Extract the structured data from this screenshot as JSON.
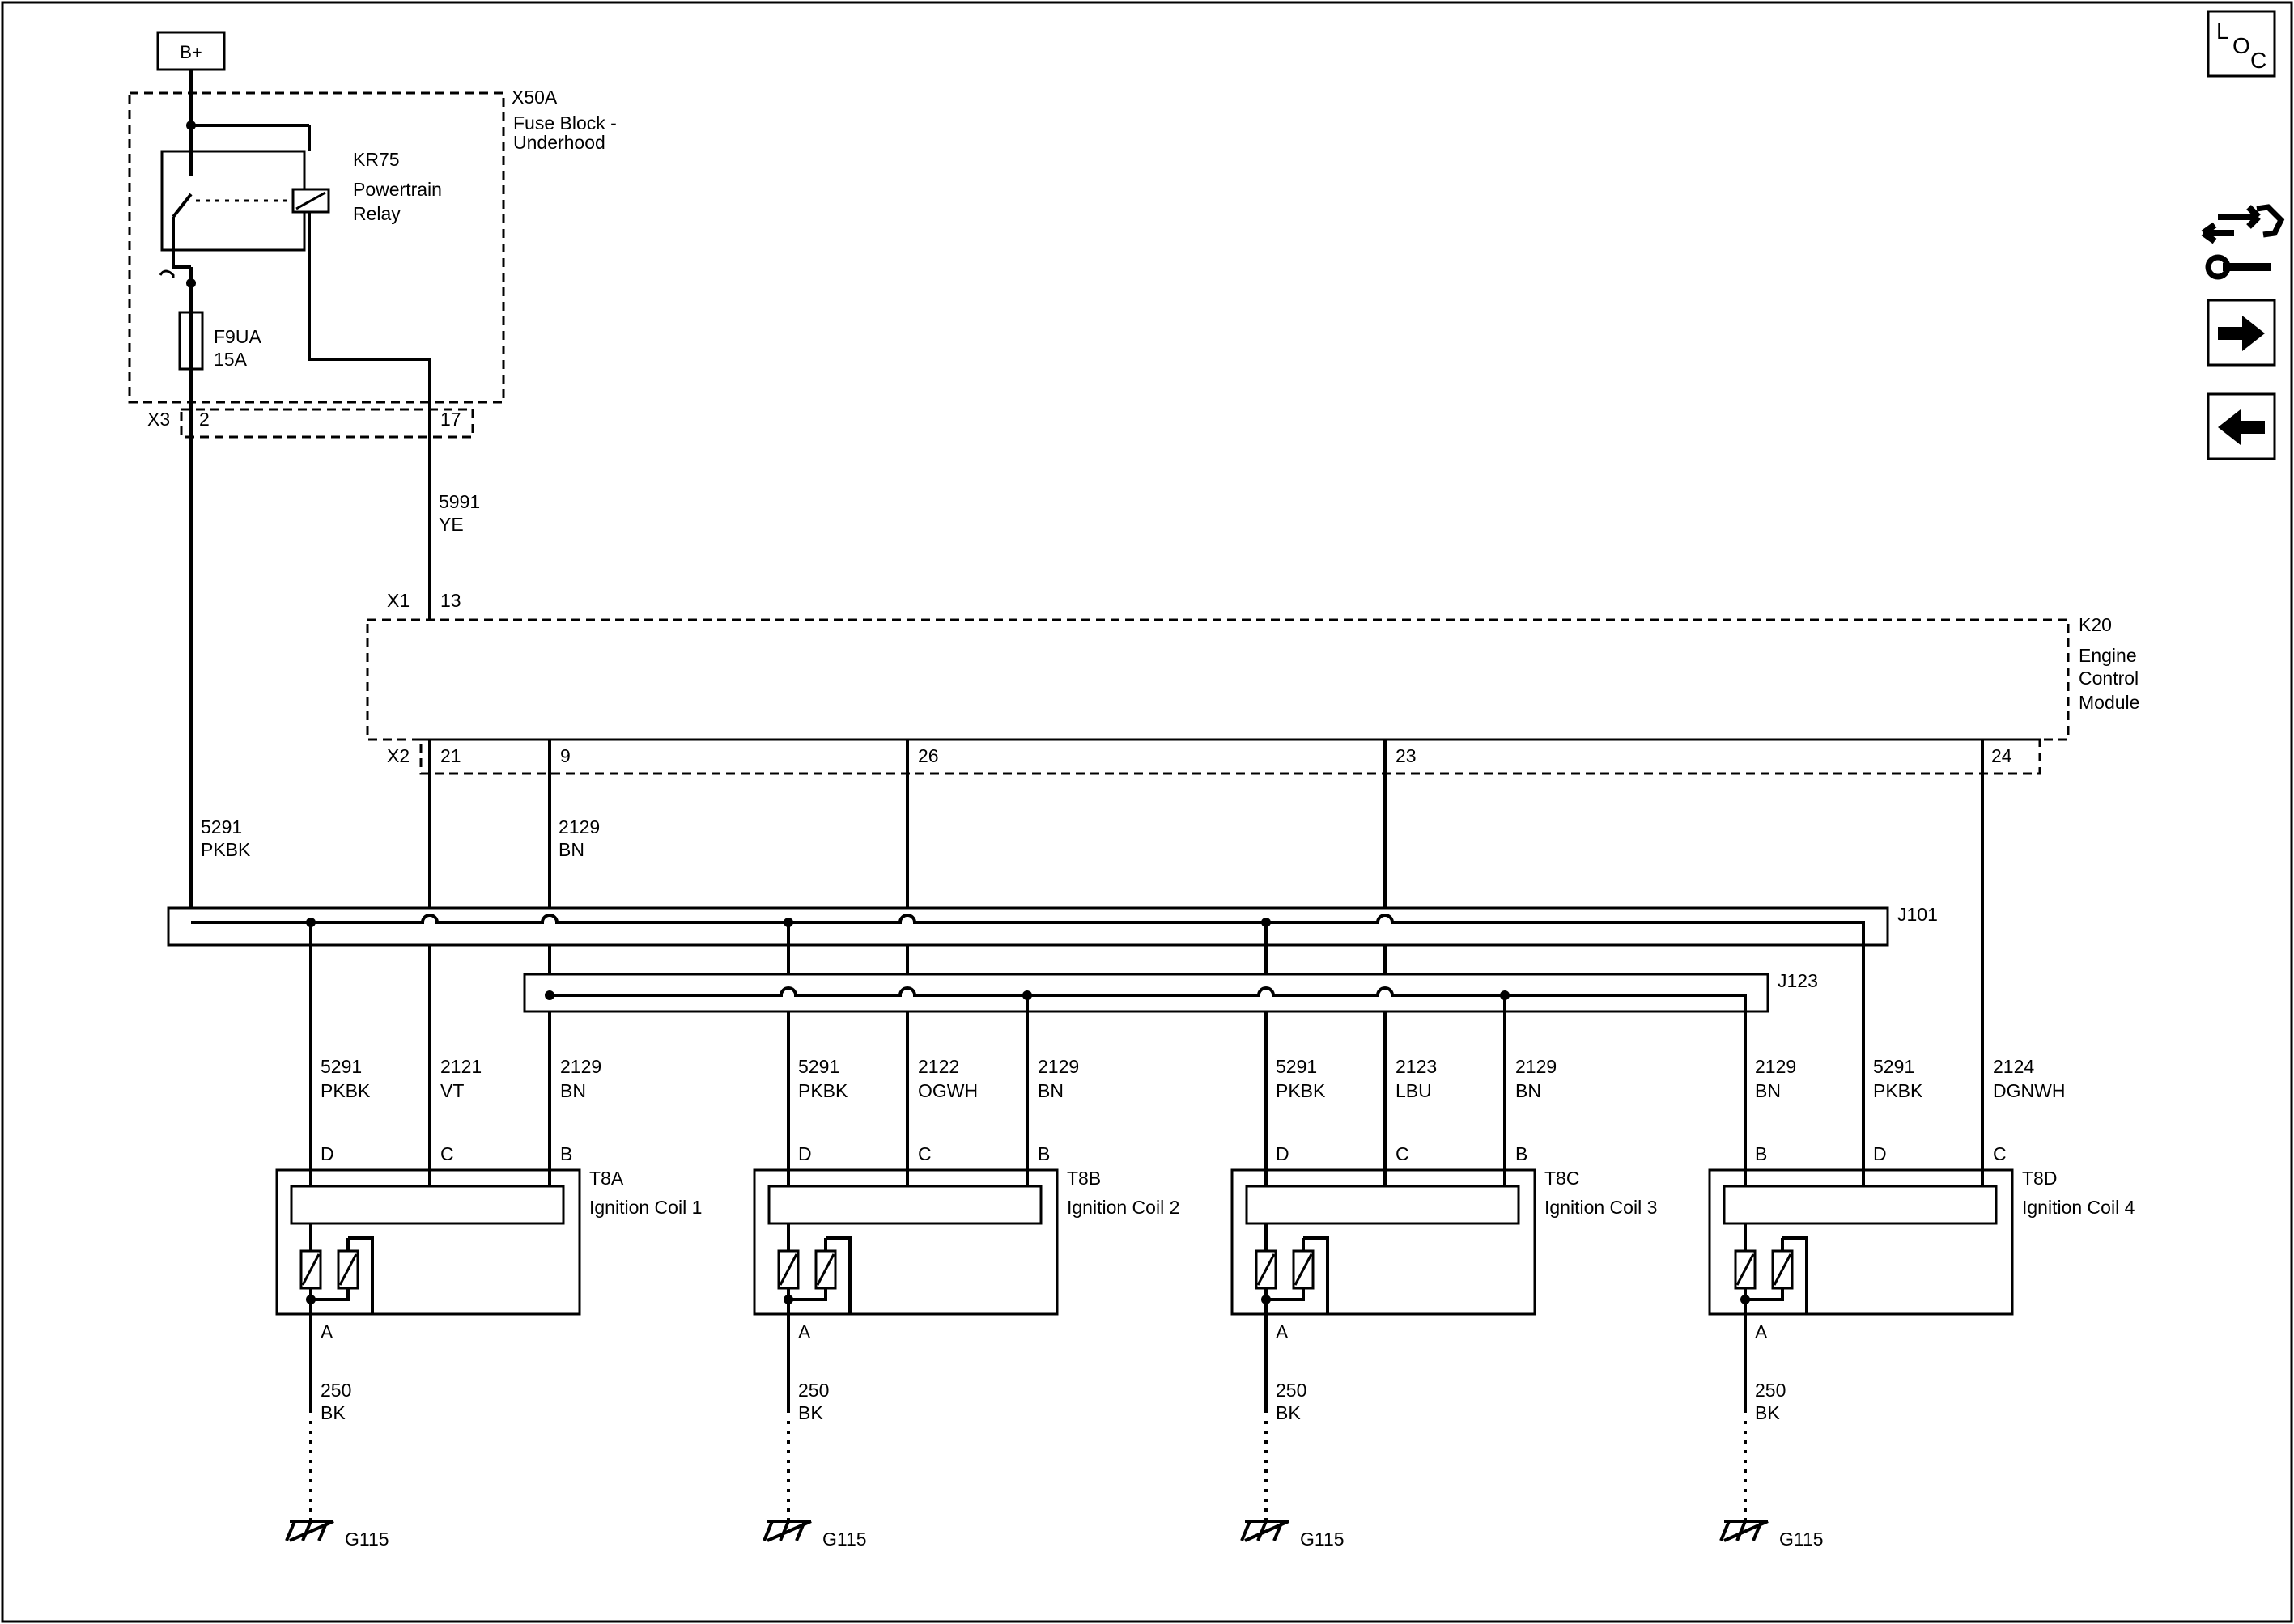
{
  "nav": {
    "loc": {
      "l": "L",
      "o": "O",
      "c": "C"
    },
    "icons": [
      "service-icon",
      "arrow-right-icon",
      "arrow-left-icon"
    ]
  },
  "power": {
    "label": "B+"
  },
  "fuse_block": {
    "ref": "X50A",
    "name_line1": "Fuse Block -",
    "name_line2": "Underhood",
    "connector": "X3",
    "pin_fuse": "2",
    "pin_relay": "17"
  },
  "relay": {
    "ref": "KR75",
    "name_line1": "Powertrain",
    "name_line2": "Relay"
  },
  "fuse": {
    "ref": "F9UA",
    "rating": "15A"
  },
  "relay_wire": {
    "circuit": "5991",
    "color": "YE"
  },
  "fuse_wire": {
    "circuit": "5291",
    "color": "PKBK"
  },
  "ecm": {
    "ref": "K20",
    "name_line1": "Engine",
    "name_line2": "Control",
    "name_line3": "Module",
    "conn_top": "X1",
    "pin_top": "13",
    "conn_bottom": "X2",
    "pins": [
      "21",
      "9",
      "26",
      "23",
      "24"
    ]
  },
  "ground_wire_ecm": {
    "circuit": "2129",
    "color": "BN"
  },
  "splices": {
    "j101": "J101",
    "j123": "J123"
  },
  "coils": [
    {
      "ref": "T8A",
      "name": "Ignition Coil 1",
      "wires": [
        {
          "circuit": "5291",
          "color": "PKBK",
          "pin": "D"
        },
        {
          "circuit": "2121",
          "color": "VT",
          "pin": "C"
        },
        {
          "circuit": "2129",
          "color": "BN",
          "pin": "B"
        }
      ],
      "pin_a": "A",
      "ground_circuit": "250",
      "ground_color": "BK",
      "ground": "G115"
    },
    {
      "ref": "T8B",
      "name": "Ignition Coil 2",
      "wires": [
        {
          "circuit": "5291",
          "color": "PKBK",
          "pin": "D"
        },
        {
          "circuit": "2122",
          "color": "OGWH",
          "pin": "C"
        },
        {
          "circuit": "2129",
          "color": "BN",
          "pin": "B"
        }
      ],
      "pin_a": "A",
      "ground_circuit": "250",
      "ground_color": "BK",
      "ground": "G115"
    },
    {
      "ref": "T8C",
      "name": "Ignition Coil 3",
      "wires": [
        {
          "circuit": "5291",
          "color": "PKBK",
          "pin": "D"
        },
        {
          "circuit": "2123",
          "color": "LBU",
          "pin": "C"
        },
        {
          "circuit": "2129",
          "color": "BN",
          "pin": "B"
        }
      ],
      "pin_a": "A",
      "ground_circuit": "250",
      "ground_color": "BK",
      "ground": "G115"
    },
    {
      "ref": "T8D",
      "name": "Ignition Coil 4",
      "wires": [
        {
          "circuit": "2129",
          "color": "BN",
          "pin": "B"
        },
        {
          "circuit": "5291",
          "color": "PKBK",
          "pin": "D"
        },
        {
          "circuit": "2124",
          "color": "DGNWH",
          "pin": "C"
        }
      ],
      "pin_a": "A",
      "ground_circuit": "250",
      "ground_color": "BK",
      "ground": "G115"
    }
  ]
}
